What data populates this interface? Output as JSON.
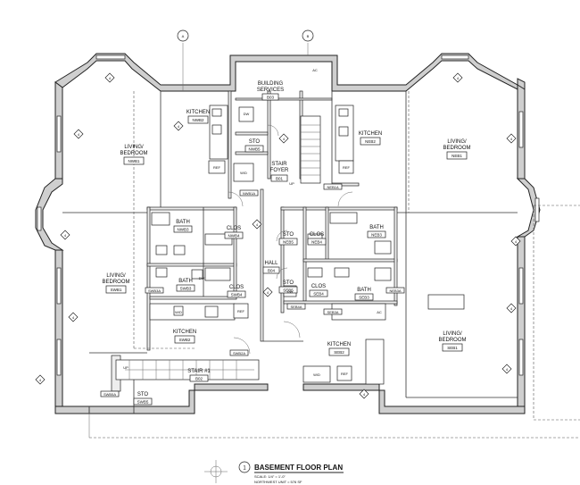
{
  "rooms": {
    "nw_living": {
      "name": "LIVING/",
      "name2": "BEDROOM",
      "tag": "NWB1"
    },
    "ne_living": {
      "name": "LIVING/",
      "name2": "BEDROOM",
      "tag": "NEB1"
    },
    "sw_living": {
      "name": "LIVING/",
      "name2": "BEDROOM",
      "tag": "SWB1"
    },
    "se_living": {
      "name": "LIVING/",
      "name2": "BEDROOM",
      "tag": "SEB1"
    },
    "nw_kitchen": {
      "name": "KITCHEN",
      "tag": "NWB2"
    },
    "ne_kitchen": {
      "name": "KITCHEN",
      "tag": "NEB2"
    },
    "sw_kitchen": {
      "name": "KITCHEN",
      "tag": "SWB2"
    },
    "se_kitchen": {
      "name": "KITCHEN",
      "tag": "SEB2"
    },
    "building_services": {
      "name": "BUILDING",
      "name2": "SERVICES",
      "tag": "B03"
    },
    "sto_nw": {
      "name": "STO",
      "tag": "NWB5"
    },
    "stair_foyer": {
      "name": "STAIR",
      "name2": "FOYER",
      "tag": "B01"
    },
    "bath_nw": {
      "name": "BATH",
      "tag": "NWB3"
    },
    "clos_nw": {
      "name": "CLOS",
      "tag": "NWB4"
    },
    "bath_sw": {
      "name": "BATH",
      "tag": "SWB3"
    },
    "clos_sw": {
      "name": "CLOS",
      "tag": "SWB4"
    },
    "hall": {
      "name": "HALL",
      "tag": "B04"
    },
    "sto_ne": {
      "name": "STO",
      "tag": "NEB5"
    },
    "clos_ne": {
      "name": "CLOS",
      "tag": "NEB4"
    },
    "bath_ne": {
      "name": "BATH",
      "tag": "NEB3"
    },
    "sto_se": {
      "name": "STO",
      "tag": "SEB5"
    },
    "clos_se": {
      "name": "CLOS",
      "tag": "SEB4"
    },
    "bath_se": {
      "name": "BATH",
      "tag": "SEB3"
    },
    "stair_1": {
      "name": "STAIR #1",
      "tag": "B02"
    },
    "sto_sw": {
      "name": "STO",
      "tag": "SWB5"
    }
  },
  "fixtures": {
    "ref": "REF",
    "wd": "W/D",
    "dw": "DW",
    "ac": "AC",
    "up": "UP"
  },
  "markers": {
    "wall_type": "4",
    "grid_a": "A",
    "grid_b": "B"
  },
  "door_tags": [
    "SWB5A",
    "SEB4A",
    "NEB1A",
    "NWB1A",
    "SWB2A",
    "SWB3A",
    "NEB3A",
    "SEB3A"
  ],
  "title_block": {
    "number": "1",
    "title": "BASEMENT FLOOR PLAN",
    "scale": "SCALE: 1/4\" = 1'-0\"",
    "note": "NORTHWEST UNIT = 576 SF"
  },
  "colors": {
    "line": "#222222",
    "wall_fill": "#cfcfcf",
    "paper": "#ffffff"
  }
}
